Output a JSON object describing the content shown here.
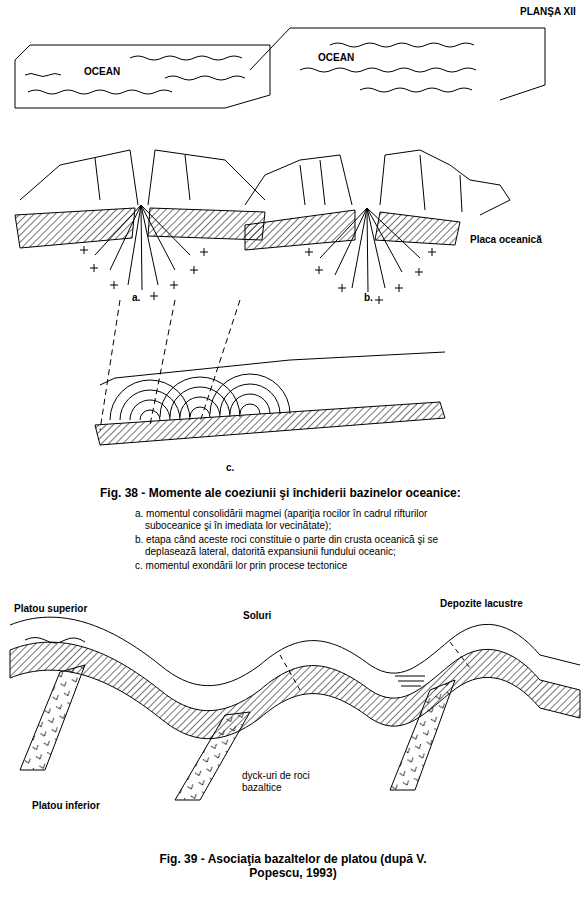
{
  "diagram": {
    "title": "PLANŞA XII",
    "labels": [
      "OCEAN",
      "OCEAN",
      "Placa oceanică",
      "a.",
      "b.",
      "c.",
      "Fig. 38 - Momente ale coeziunii şi închiderii bazinelor oceanice:",
      "a. momentul consolidării magmei (apariţia rocilor în cadrul rifturilor suboceanice şi în imediata lor vecinătate);",
      "b. etapa când aceste roci constituie o parte din crusta oceanică şi se deplasează lateral, datorită expansiunii fundului oceanic;",
      "c. momentul exondării lor prin procese tectonice",
      "Platou superior",
      "Soluri",
      "Depozite lacustre",
      "Platou inferior",
      "dyck-uri de roci bazaltice",
      "Fig. 39 - Asociaţia bazaltelor de platou (după V. Popescu, 1993)"
    ]
  }
}
